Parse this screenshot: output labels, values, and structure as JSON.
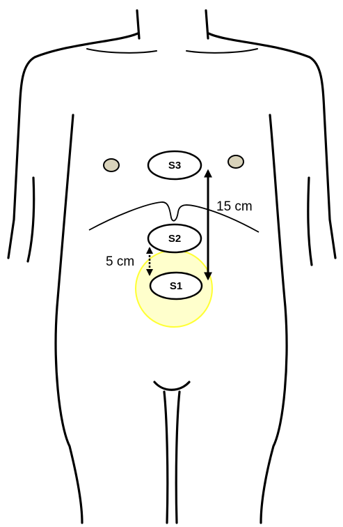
{
  "sites": {
    "s1": "S1",
    "s2": "S2",
    "s3": "S3"
  },
  "distances": {
    "short": "5 cm",
    "long": "15 cm"
  },
  "colors": {
    "outline": "#000000",
    "highlight_fill": "#FFFFCC",
    "highlight_stroke": "#FFFF33",
    "nipple_fill": "#D9D3BB"
  }
}
